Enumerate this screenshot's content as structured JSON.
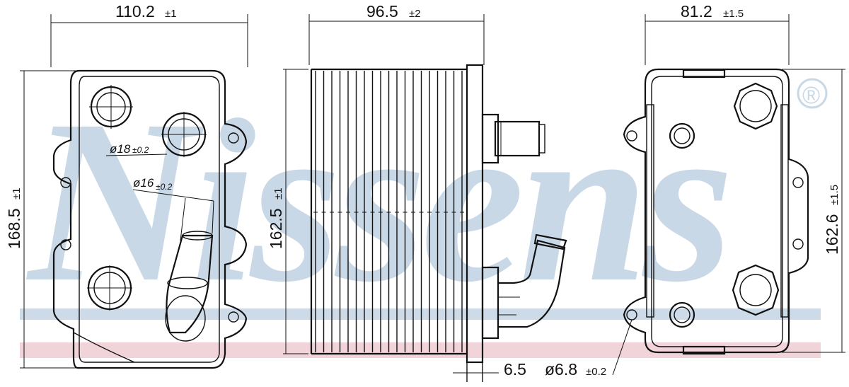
{
  "brand": {
    "logo_text": "Nissens",
    "registered_mark": "®",
    "logo_color": "#c9d8e6",
    "band_blue": "#cddbe8",
    "band_pink": "#f1d3da"
  },
  "dimensions": {
    "width_front": {
      "value": "110.2",
      "tol": "±1"
    },
    "width_side": {
      "value": "96.5",
      "tol": "±2"
    },
    "width_back": {
      "value": "81.2",
      "tol": "±1.5"
    },
    "height_front": {
      "value": "168.5",
      "tol": "±1"
    },
    "height_side": {
      "value": "162.5",
      "tol": "±1"
    },
    "height_back": {
      "value": "162.6",
      "tol": "±1.5"
    },
    "port_large": {
      "value": "ø18",
      "tol": "±0.2"
    },
    "port_small": {
      "value": "ø16",
      "tol": "±0.2"
    },
    "flange_thickness": {
      "value": "6.5"
    },
    "mount_hole": {
      "value": "ø6.8",
      "tol": "±0.2"
    }
  }
}
